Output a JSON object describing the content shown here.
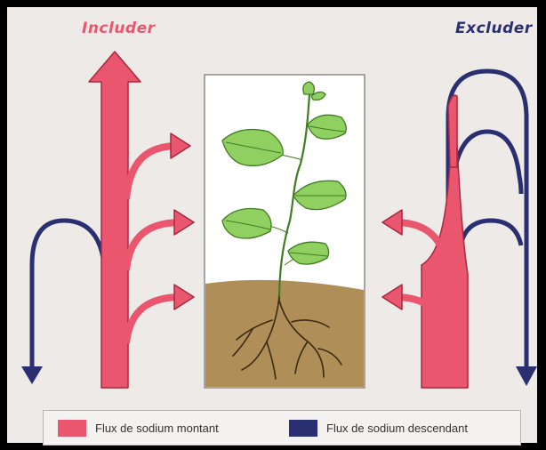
{
  "titles": {
    "left": "Includer",
    "right": "Excluder"
  },
  "legend": {
    "up_label": "Flux de sodium montant",
    "down_label": "Flux de sodium descendant"
  },
  "colors": {
    "rising_flux": "#e9566e",
    "descending_flux": "#2a2f72",
    "left_title": "#e9566e",
    "right_title": "#2a2f72",
    "soil": "#b08e58",
    "leaf": "#8fd060",
    "background": "#eeeae7"
  },
  "icons": {
    "plant": "plant-illustration",
    "roots": "roots-illustration"
  }
}
